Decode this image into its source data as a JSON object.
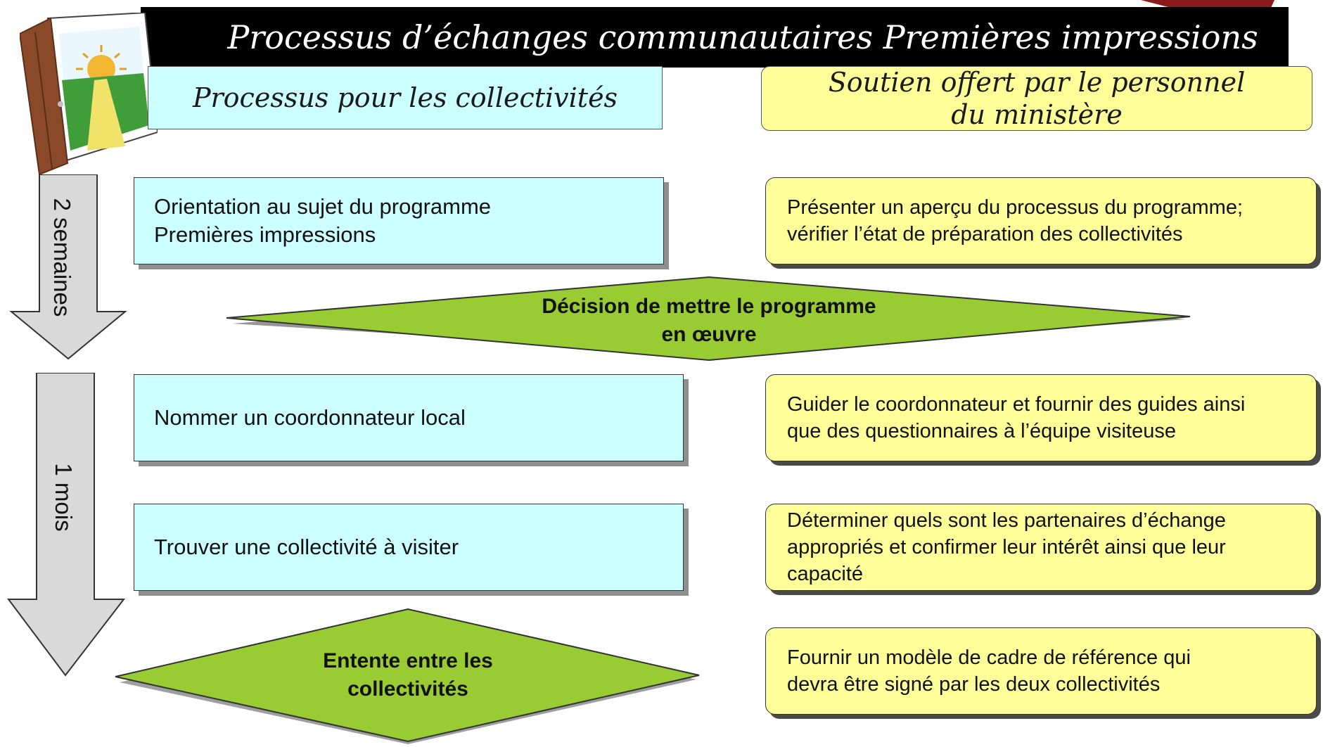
{
  "title": "Processus d’échanges communautaires Premières impressions",
  "header_left": "Processus pour les collectivités",
  "header_right": {
    "line1": "Soutien offert par le personnel",
    "line2": "du ministère"
  },
  "timeline": {
    "arrow1_label": "2 semaines",
    "arrow2_label": "1 mois"
  },
  "steps": [
    {
      "line1": "Orientation au sujet du programme",
      "line2": "Premières impressions"
    },
    {
      "line1": "Nommer un coordonnateur local",
      "line2": ""
    },
    {
      "line1": "Trouver une collectivité à visiter",
      "line2": ""
    }
  ],
  "decisions": [
    {
      "line1": "Décision de mettre le programme",
      "line2": "en œuvre"
    },
    {
      "line1": "Entente entre les",
      "line2": "collectivités"
    }
  ],
  "support": [
    {
      "line1": "Présenter un aperçu du processus du programme;",
      "line2": "vérifier l’état de préparation des collectivités",
      "line3": ""
    },
    {
      "line1": "Guider le coordonnateur et fournir des guides ainsi",
      "line2": "que des questionnaires à l’équipe visiteuse",
      "line3": ""
    },
    {
      "line1": "Déterminer quels sont les partenaires d’échange",
      "line2": "appropriés et confirmer leur intérêt ainsi que leur",
      "line3": "capacité"
    },
    {
      "line1": "Fournir un modèle de cadre de référence qui",
      "line2": "devra être signé par les deux collectivités",
      "line3": ""
    }
  ],
  "colors": {
    "step_fill": "#ccffff",
    "support_fill": "#ffff99",
    "diamond_fill": "#99cc33",
    "arrow_fill": "#d9d9d9",
    "title_bg": "#000000",
    "ribbon": "#8b1a1a"
  },
  "icons": {
    "door": "open-door-sunrise-icon",
    "ribbon": "corner-ribbon"
  }
}
